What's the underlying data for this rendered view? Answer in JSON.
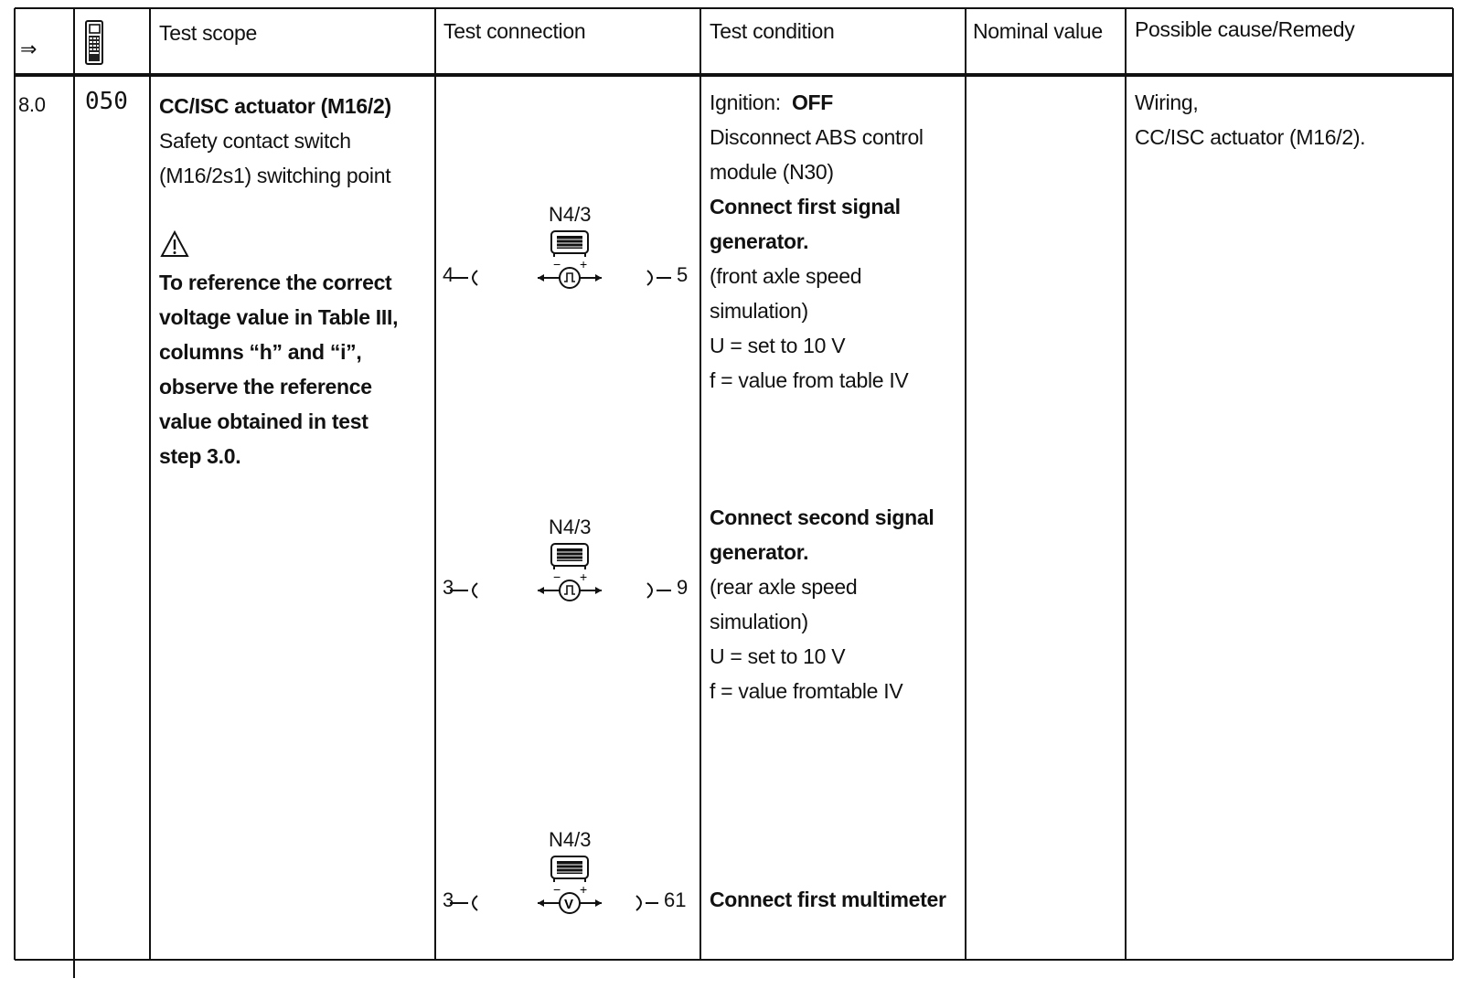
{
  "header": {
    "arrow": "⇒",
    "col_tester_icon": "diagnostic-tester-icon",
    "test_scope": "Test scope",
    "test_connection": "Test connection",
    "test_condition": "Test condition",
    "nominal_value": "Nominal value",
    "possible_cause": "Possible cause/Remedy"
  },
  "row": {
    "step": "8.0",
    "code": "050",
    "scope_title": "CC/ISC actuator (M16/2)",
    "scope_lines": [
      "Safety contact switch",
      "(M16/2s1) switching point"
    ],
    "warning_icon": "warning-triangle-icon",
    "warning_lines": [
      "To reference the correct",
      "voltage value in Table III,",
      "columns “h” and “i”,",
      "observe the reference",
      "value obtained in test",
      "step 3.0."
    ],
    "connections": [
      {
        "module": "N4/3",
        "left_pin": "4",
        "right_pin": "5",
        "instrument": "signal-generator-icon"
      },
      {
        "module": "N4/3",
        "left_pin": "3",
        "right_pin": "9",
        "instrument": "signal-generator-icon"
      },
      {
        "module": "N4/3",
        "left_pin": "3",
        "right_pin": "61",
        "instrument": "voltmeter-icon"
      }
    ],
    "condition_block1": {
      "ignition_label": "Ignition:",
      "ignition_value": "OFF",
      "line2": "Disconnect ABS control",
      "line3": "module (N30)",
      "bold1": "Connect first signal",
      "bold2": "generator.",
      "line6": "(front axle speed",
      "line7": "simulation)",
      "line8": "U =  set to 10 V",
      "line9": "f = value from table IV"
    },
    "condition_block2": {
      "bold1": "Connect second signal",
      "bold2": "generator.",
      "line3": "(rear axle speed",
      "line4": "simulation)",
      "line5": "U =  set to 10 V",
      "line6": "f = value fromtable IV"
    },
    "condition_block3": {
      "bold1": "Connect first multimeter"
    },
    "nominal_value": "",
    "cause_lines": [
      "Wiring,",
      "CC/ISC actuator (M16/2)."
    ]
  }
}
